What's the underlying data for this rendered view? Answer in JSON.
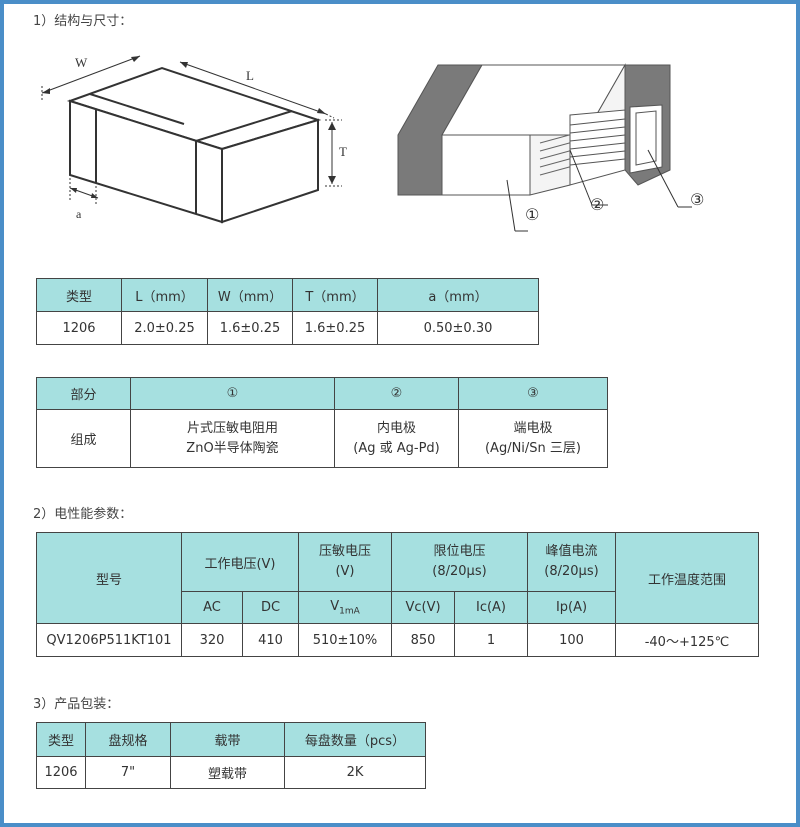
{
  "section1": {
    "title": "1）结构与尺寸：",
    "diagram_left": {
      "label_w": "W",
      "label_l": "L",
      "label_t": "T",
      "label_a": "a"
    },
    "diagram_right": {
      "callout_1": "①",
      "callout_2": "②",
      "callout_3": "③"
    }
  },
  "dim_table": {
    "headers": [
      "类型",
      "L（mm）",
      "W（mm）",
      "T（mm）",
      "a（mm）"
    ],
    "row": [
      "1206",
      "2.0±0.25",
      "1.6±0.25",
      "1.6±0.25",
      "0.50±0.30"
    ]
  },
  "comp_table": {
    "headers": [
      "部分",
      "①",
      "②",
      "③"
    ],
    "row_label": "组成",
    "cells": [
      {
        "line1": "片式压敏电阻用",
        "line2": "ZnO半导体陶瓷"
      },
      {
        "line1": "内电极",
        "line2": "(Ag 或 Ag-Pd)"
      },
      {
        "line1": "端电极",
        "line2": "(Ag/Ni/Sn 三层)"
      }
    ]
  },
  "section2": {
    "title": "2）电性能参数："
  },
  "elec_table": {
    "model_header": "型号",
    "work_v_header": "工作电压(V)",
    "varistor_v_header_1": "压敏电压",
    "varistor_v_header_2": "(V)",
    "clamp_v_header_1": "限位电压",
    "clamp_v_header_2": "(8/20μs)",
    "peak_i_header_1": "峰值电流",
    "peak_i_header_2": "(8/20μs)",
    "temp_header": "工作温度范围",
    "sub_ac": "AC",
    "sub_dc": "DC",
    "sub_v1ma_main": "V",
    "sub_v1ma_sub": "1mA",
    "sub_vc": "Vc(V)",
    "sub_ic": "Ic(A)",
    "sub_ip": "Ip(A)",
    "row": {
      "model": "QV1206P511KT101",
      "ac": "320",
      "dc": "410",
      "v1ma": "510±10%",
      "vc": "850",
      "ic": "1",
      "ip": "100",
      "temp": "-40～+125℃"
    }
  },
  "section3": {
    "title": "3）产品包装："
  },
  "pack_table": {
    "headers": [
      "类型",
      "盘规格",
      "载带",
      "每盘数量（pcs）"
    ],
    "row": [
      "1206",
      "7\"",
      "塑载带",
      "2K"
    ]
  },
  "colors": {
    "frame": "#4a8ec8",
    "header_fill": "#a6e0e0",
    "electrode_gray": "#7a7a7a"
  }
}
